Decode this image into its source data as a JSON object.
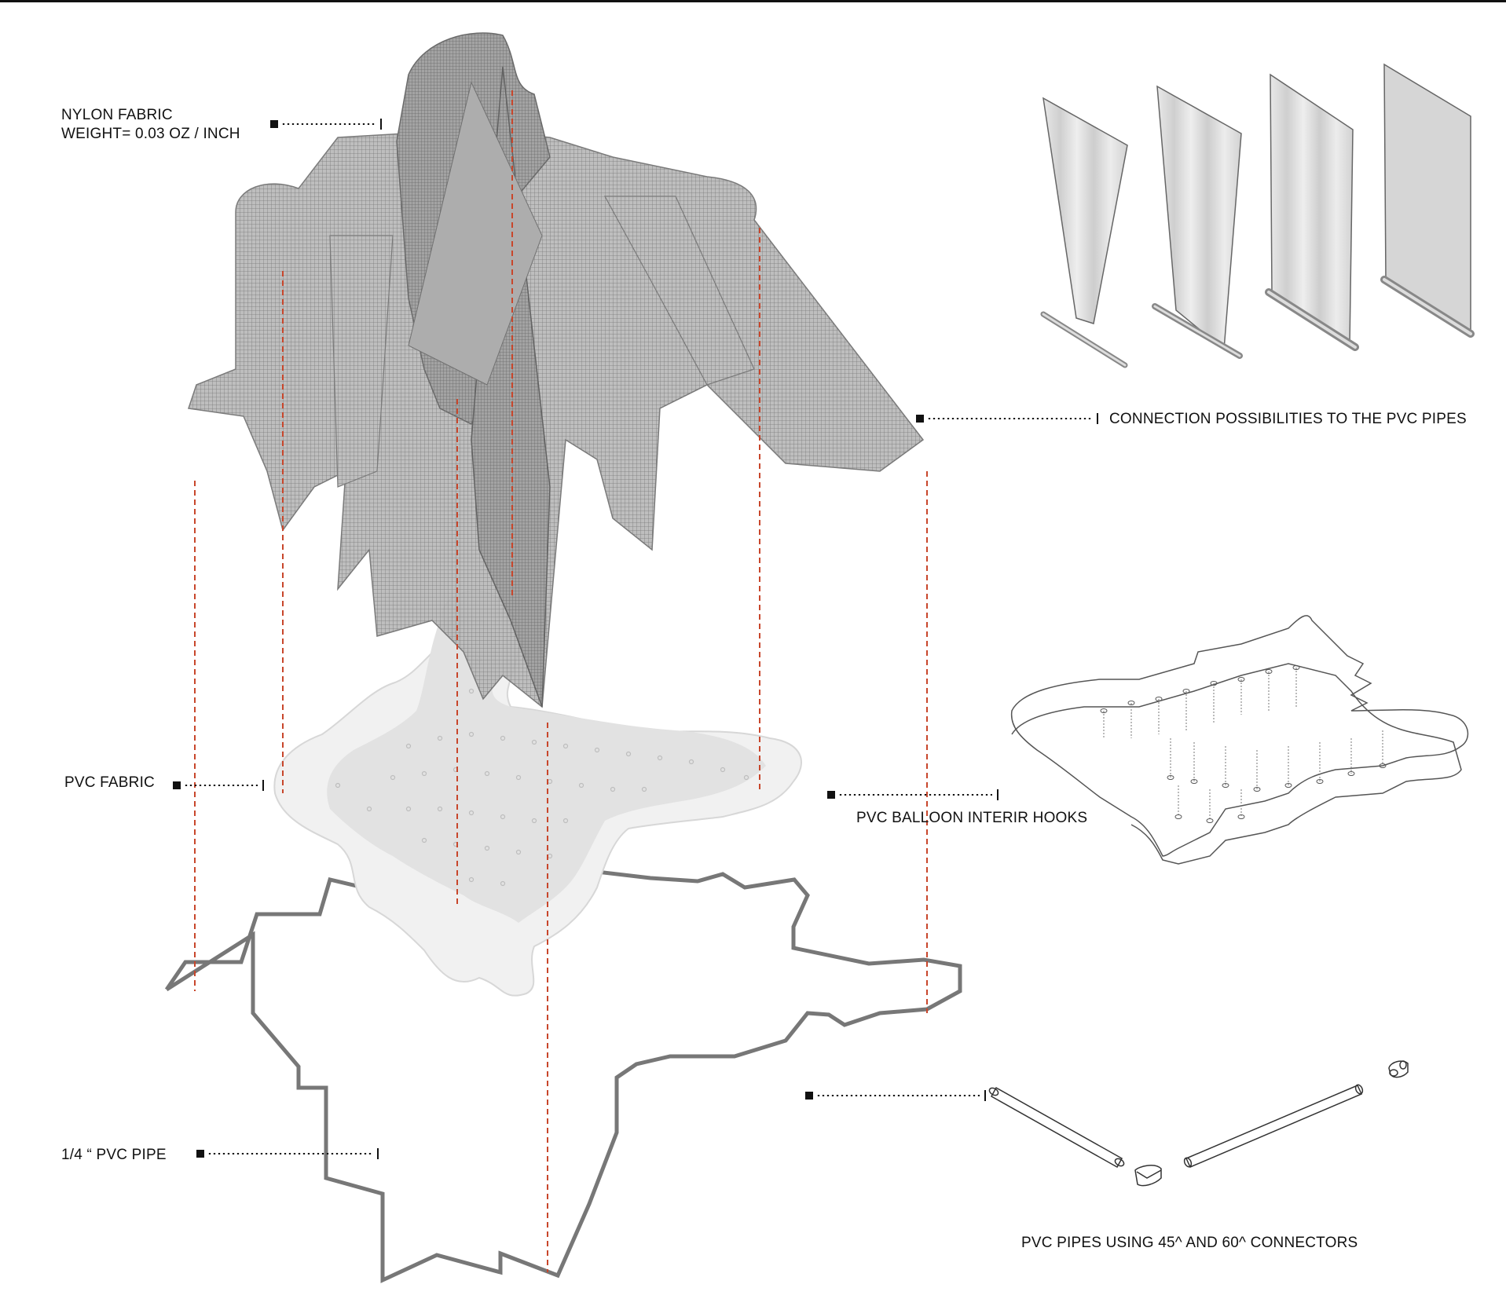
{
  "labels": {
    "nylon_line1": "NYLON FABRIC",
    "nylon_line2": "WEIGHT= 0.03 OZ / INCH",
    "connection": "CONNECTION POSSIBILITIES TO THE PVC PIPES",
    "pvc_fabric": "PVC  FABRIC",
    "hooks": "PVC BALLOON INTERIR HOOKS",
    "pipe": "1/4 “ PVC  PIPE",
    "connectors": "PVC PIPES USING 45^ AND 60^ CONNECTORS"
  },
  "colors": {
    "guide_line": "#c8462b",
    "fabric_gray": "#8f8f8f",
    "pipe_gray": "#777777",
    "balloon_white": "#f1f1f1"
  },
  "icons": [
    "nylon-canopy-drawing",
    "pvc-balloon-drawing",
    "pvc-pipe-frame-drawing",
    "connection-detail-panels",
    "hook-detail-drawing",
    "pipe-connector-drawing"
  ]
}
